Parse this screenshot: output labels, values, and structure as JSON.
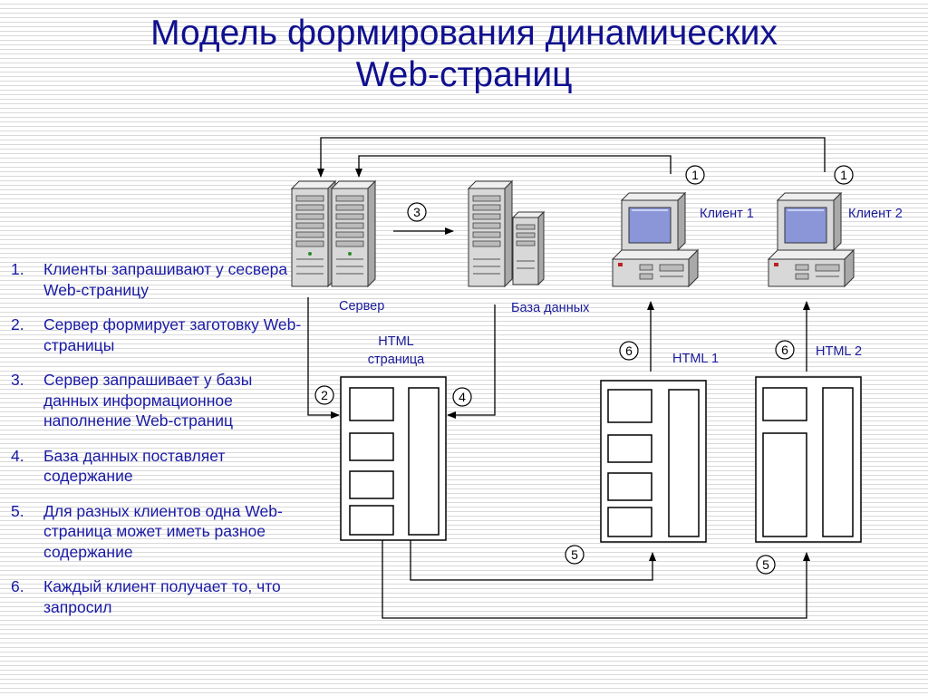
{
  "title": {
    "line1": "Модель формирования динамических",
    "line2": "Web-страниц"
  },
  "steps": [
    {
      "num": "1.",
      "text": "Клиенты запрашивают у сесвера Web-страницу"
    },
    {
      "num": "2.",
      "text": "Сервер формирует заготовку Web-страницы"
    },
    {
      "num": "3.",
      "text": "Сервер запрашивает у базы данных информационное наполнение Web-страниц"
    },
    {
      "num": "4.",
      "text": "База данных поставляет содержание"
    },
    {
      "num": "5.",
      "text": "Для разных клиентов одна Web-страница может иметь разное содержание"
    },
    {
      "num": "6.",
      "text": "Каждый клиент получает то, что запросил"
    }
  ],
  "diagram": {
    "server_label": "Сервер",
    "database_label": "База данных",
    "client1_label": "Клиент 1",
    "client2_label": "Клиент 2",
    "html_page_label_line1": "HTML",
    "html_page_label_line2": "страница",
    "html1_label": "HTML 1",
    "html2_label": "HTML 2",
    "badges": {
      "step1_client1": "1",
      "step1_client2": "1",
      "step2": "2",
      "step3": "3",
      "step4": "4",
      "step5_html1": "5",
      "step5_html2": "5",
      "step6_client1": "6",
      "step6_client2": "6"
    }
  },
  "colors": {
    "title": "#10108f",
    "list_text": "#1a1aa6",
    "monitor_screen": "#8a96d8",
    "server_body": "#d8d8d8"
  }
}
